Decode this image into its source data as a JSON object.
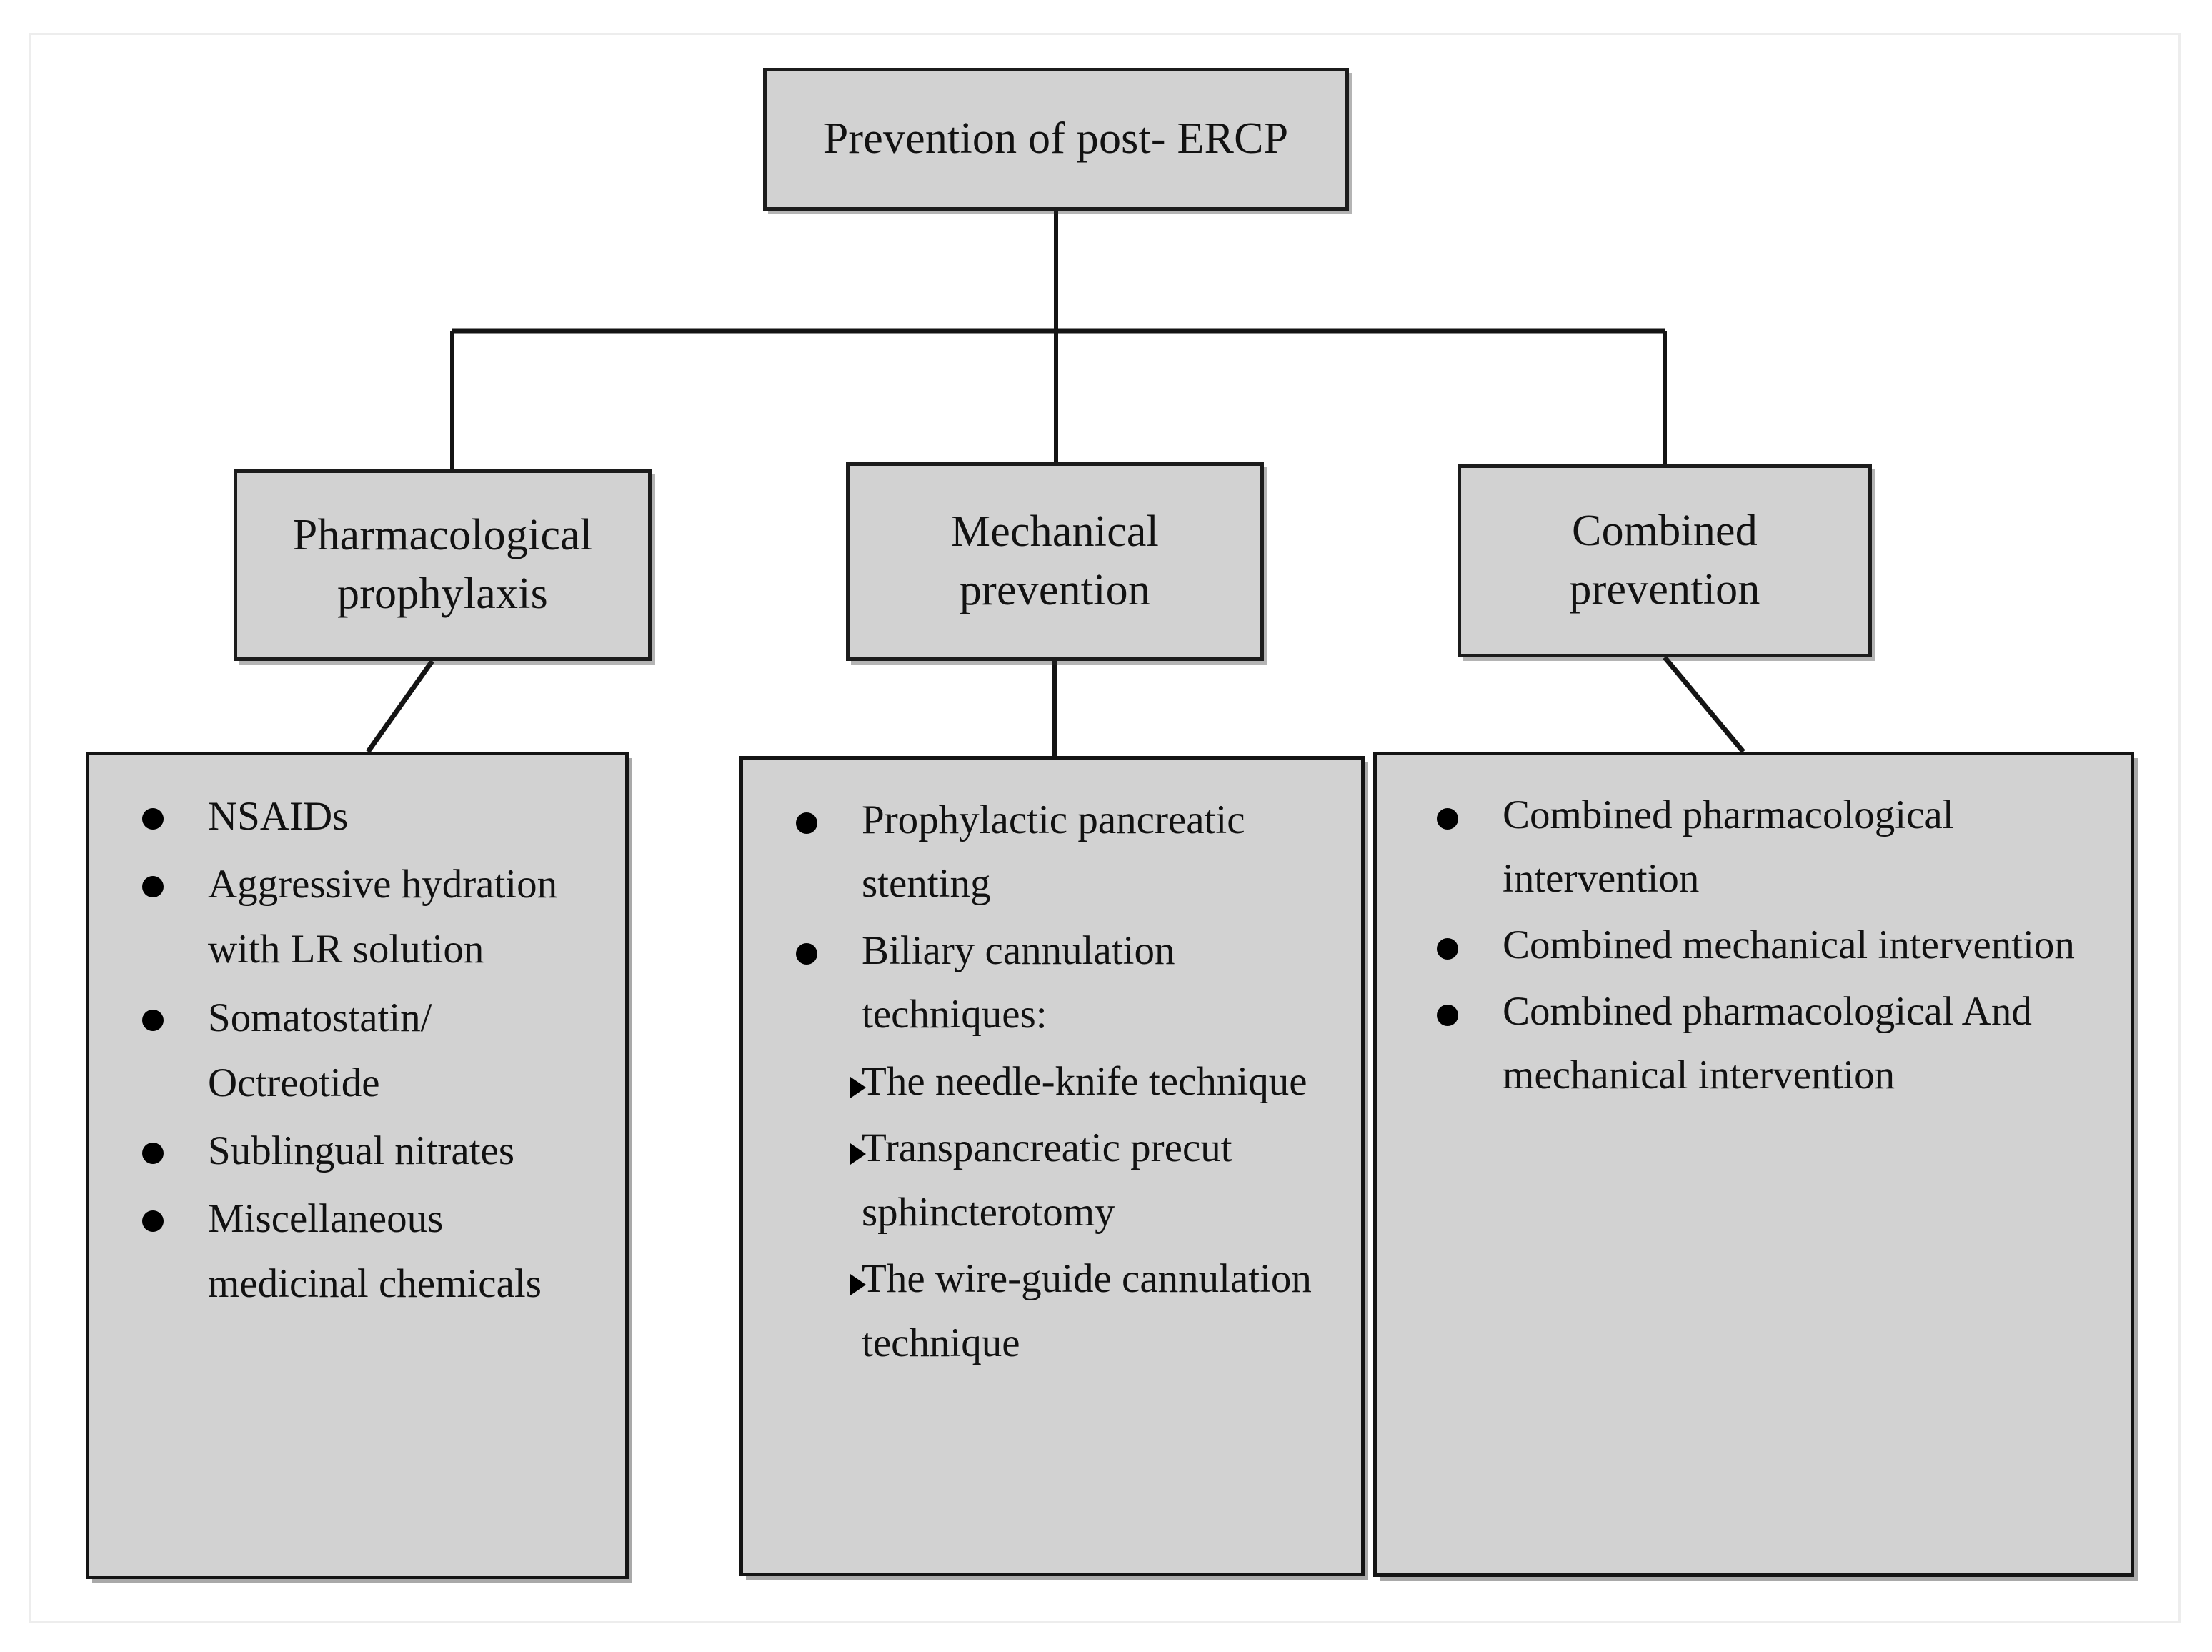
{
  "diagram": {
    "title": "Prevention of post- ERCP",
    "box_fill_color": "#d2d2d2",
    "box_border_color": "#141414",
    "text_color": "#111111",
    "root": {
      "label": "Prevention of post- ERCP"
    },
    "branches": [
      {
        "id": "pharmacological",
        "label": "Pharmacological\nprophylaxis",
        "label_line1": "Pharmacological",
        "label_line2": "prophylaxis",
        "items": [
          {
            "level": 1,
            "text": "NSAIDs"
          },
          {
            "level": 1,
            "text": "Aggressive hydration with LR solution"
          },
          {
            "level": 1,
            "text": "Somatostatin/ Octreotide"
          },
          {
            "level": 1,
            "text": "Sublingual nitrates"
          },
          {
            "level": 1,
            "text": "Miscellaneous medicinal chemicals"
          }
        ]
      },
      {
        "id": "mechanical",
        "label": "Mechanical\nprevention",
        "label_line1": "Mechanical",
        "label_line2": "prevention",
        "items": [
          {
            "level": 1,
            "text": "Prophylactic pancreatic stenting"
          },
          {
            "level": 1,
            "text": "Biliary cannulation techniques:"
          },
          {
            "level": 2,
            "text": "The needle-knife technique"
          },
          {
            "level": 2,
            "text": "Transpancreatic precut sphincterotomy"
          },
          {
            "level": 2,
            "text": "The wire-guide cannulation technique"
          }
        ]
      },
      {
        "id": "combined",
        "label": "Combined\nprevention",
        "label_line1": "Combined",
        "label_line2": "prevention",
        "items": [
          {
            "level": 1,
            "text": "Combined pharmacological intervention"
          },
          {
            "level": 1,
            "text": "Combined mechanical intervention"
          },
          {
            "level": 1,
            "text": "Combined pharmacological And mechanical intervention"
          }
        ]
      }
    ],
    "connector_color": "#141414",
    "bullet_marker": "filled-circle",
    "sub_bullet_marker": "right-triangle"
  }
}
